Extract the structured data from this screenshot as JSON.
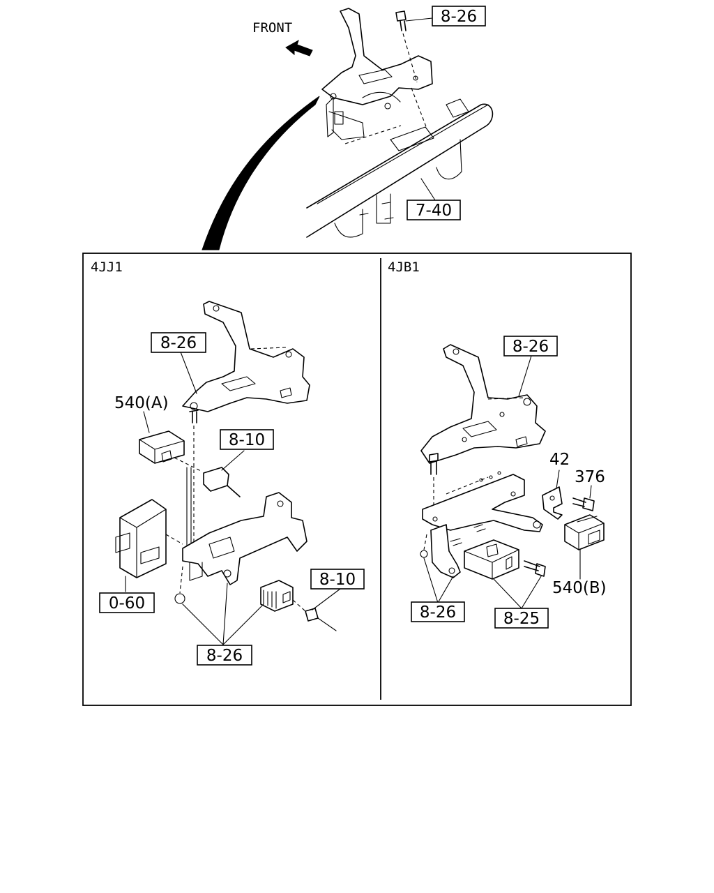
{
  "orientation": {
    "label": "FRONT"
  },
  "callouts": {
    "top_bolt": "8-26",
    "crossmember": "7-40",
    "left_bracket": "8-26",
    "left_relay": "540(A)",
    "left_connector_upper": "8-10",
    "left_module": "0-60",
    "left_connector_lower": "8-10",
    "left_fasteners": "8-26",
    "right_bracket": "8-26",
    "right_clip": "42",
    "right_bolt": "376",
    "right_relay": "540(B)",
    "right_fasteners": "8-26",
    "right_mount": "8-25"
  },
  "panels": {
    "left": {
      "title": "4JJ1"
    },
    "right": {
      "title": "4JB1"
    }
  }
}
